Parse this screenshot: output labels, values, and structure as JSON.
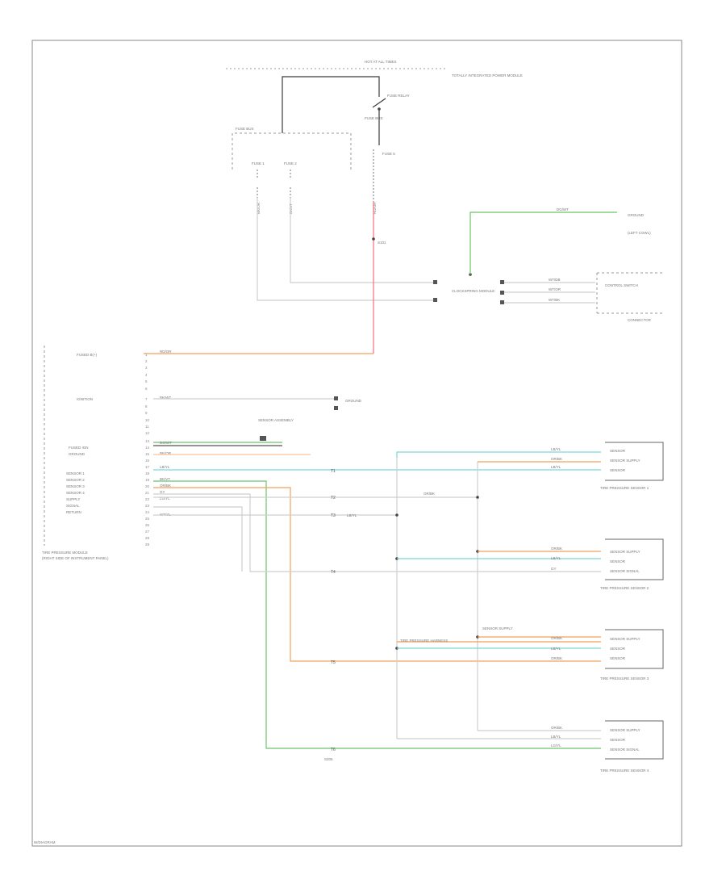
{
  "colors": {
    "black": "#3a3a3a",
    "gray": "#a8a8a8",
    "light_gray": "#cfcfcf",
    "red": "#ff6a80",
    "orange": "#f2a15c",
    "light_orange": "#f6c39a",
    "green": "#6bc46b",
    "cyan": "#7ad6d6",
    "dark_gray": "#555555"
  },
  "icons": {
    "splice_dot": "splice-dot-icon",
    "connector": "connector-terminal-icon",
    "ground": "ground-icon"
  },
  "labels": {
    "top_hot": "HOT AT ALL TIMES",
    "top_fuse_block": "TOTALLY INTEGRATED POWER MODULE",
    "fuse_relay": "FUSE RELAY",
    "fuse_bus": "FUSE BUS",
    "fuse_a": "FUSE 1",
    "fuse_b": "FUSE 2",
    "fuse_main": "FUSE 5",
    "wire_a": "BK/OR",
    "wire_b": "BK/VT",
    "wire_main": "RD/OR",
    "splice_main": "S101",
    "clockspring": "CLOCKSPRING MODULE",
    "switch_top": "CONTROL SWITCH",
    "ground_top": "GROUND",
    "right_conn": "CONNECTOR",
    "right_wire1": "WT/DB",
    "right_wire2": "WT/OR",
    "right_wire3": "WT/BK",
    "module_pin1": "FUSED B(+)",
    "module_pin2": "IGNITION",
    "module_pin3": "FUSED IGN",
    "module_pin4": "GROUND",
    "module_pin5": "SENSOR 1",
    "module_pin6": "SENSOR 2",
    "module_pin7": "SENSOR 3",
    "module_pin8": "SENSOR 4",
    "module_pin9": "SUPPLY",
    "module_pin10": "SIGNAL",
    "module_pin11": "RETURN",
    "module_name": "TIRE PRESSURE MODULE",
    "module_sub": "(RIGHT SIDE OF INSTRUMENT PANEL)",
    "left_wire1": "RD/OR",
    "left_wire2": "BK/WT",
    "left_wire3": "DG/WT",
    "left_wire4": "BK/OR",
    "left_wire5": "LB/YL",
    "left_wire6": "BK/VT",
    "left_wire7": "OR/BK",
    "left_wire8": "GY",
    "left_wire9": "LG/YL",
    "left_wire10": "WT/YL",
    "ground_right": "GROUND",
    "ground_right_sub": "(LEFT COWL)",
    "sensor_note": "SENSOR ASSEMBLY",
    "tpms_splice": "TIRE PRESSURE HARNESS",
    "s1_wire_a": "LB/YL",
    "s1_wire_b": "OR/BK",
    "s1_wire_c": "LB/YL",
    "s1_pin_a": "SENSOR",
    "s1_pin_b": "SENSOR SUPPLY",
    "s1_pin_c": "SENSOR",
    "s1_name": "TIRE PRESSURE SENSOR 1",
    "s2_wire_a": "OR/BK",
    "s2_wire_b": "LB/YL",
    "s2_wire_c": "GY",
    "s2_pin_a": "SENSOR SUPPLY",
    "s2_pin_b": "SENSOR",
    "s2_pin_c": "SENSOR SIGNAL",
    "s2_name": "TIRE PRESSURE SENSOR 2",
    "s3_wire_a": "OR/BK",
    "s3_wire_b": "LB/YL",
    "s3_wire_c": "OR/BK",
    "s3_pin_a": "SENSOR SUPPLY",
    "s3_pin_b": "SENSOR",
    "s3_pin_c": "SENSOR",
    "s3_name": "TIRE PRESSURE SENSOR 3",
    "s4_wire_a": "OR/BK",
    "s4_wire_b": "LB/YL",
    "s4_wire_c": "LG/YL",
    "s4_pin_a": "SENSOR SUPPLY",
    "s4_pin_b": "SENSOR",
    "s4_pin_c": "SENSOR SIGNAL",
    "s4_name": "TIRE PRESSURE SENSOR 4",
    "mid_wire": "OR/BK",
    "mid_wire2": "LB/YL",
    "sensor_supply_note": "SENSOR SUPPLY",
    "bottom_splice": "S205",
    "footer": "W/DIAGRAM"
  }
}
